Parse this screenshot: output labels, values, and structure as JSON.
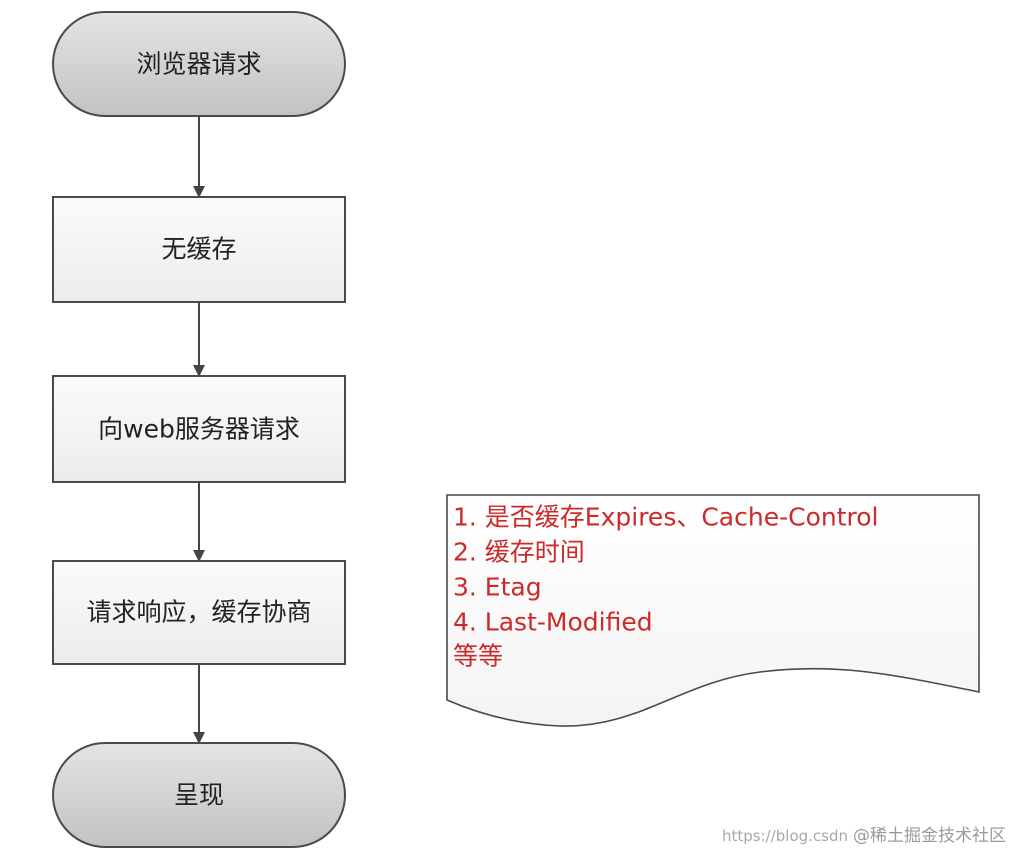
{
  "nodes": {
    "browser_request": "浏览器请求",
    "no_cache": "无缓存",
    "request_web_server": "向web服务器请求",
    "response_cache_negotiation": "请求响应，缓存协商",
    "render": "呈现"
  },
  "note": {
    "lines": [
      "1. 是否缓存Expires、Cache-Control",
      "2. 缓存时间",
      "3. Etag",
      "4. Last-Modified",
      "等等"
    ]
  },
  "watermark": {
    "url_text": "https://blog.csdn",
    "site_text": "@稀土掘金技术社区"
  },
  "colors": {
    "terminal_fill": "#cfcfcf",
    "process_fill": "#f4f4f4",
    "border": "#4a4a4a",
    "note_text": "#cc2a2a"
  }
}
